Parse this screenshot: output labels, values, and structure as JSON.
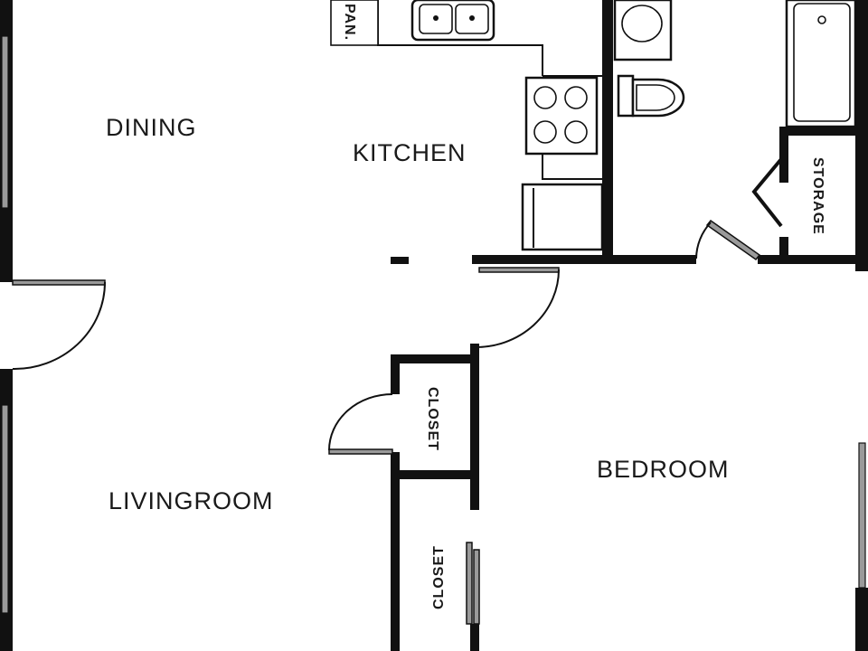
{
  "floor_plan": {
    "rooms": {
      "dining": "DINING",
      "kitchen": "KITCHEN",
      "livingroom": "LIVINGROOM",
      "bedroom": "BEDROOM",
      "storage": "STORAGE",
      "closet_upper": "CLOSET",
      "closet_lower": "CLOSET",
      "pantry": "PAN."
    },
    "colors": {
      "wall": "#111111",
      "door_leaf": "#9a9a9a",
      "background": "#ffffff"
    }
  }
}
